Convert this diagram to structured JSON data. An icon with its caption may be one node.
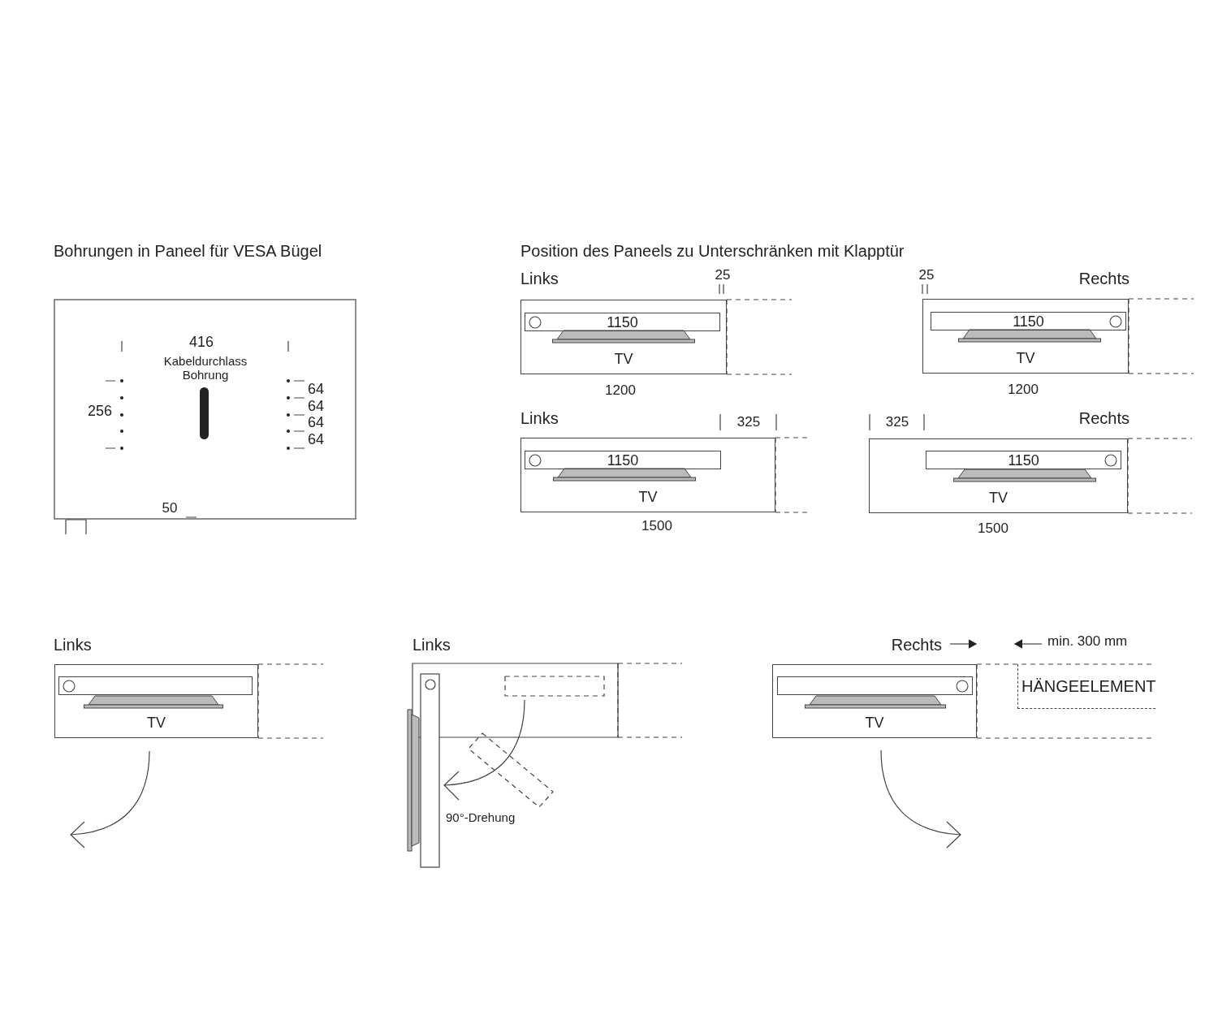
{
  "diagram": {
    "nodes": [
      {
        "text": [
          "TV"
        ]
      },
      {
        "text": [
          "1150"
        ],
        "in": 0
      },
      {
        "text": [
          "TV"
        ]
      },
      {
        "text": [
          "1150"
        ],
        "in": 2
      },
      {
        "text": [
          "TV"
        ]
      },
      {
        "text": [
          "1150"
        ],
        "in": 4
      },
      {
        "text": [
          "TV"
        ]
      },
      {
        "text": [
          "1150"
        ],
        "in": 6
      },
      {
        "text": [
          "TV"
        ]
      },
      {
        "text": [
          "TV"
        ]
      },
      {
        "text": [
          "HÄNGEELEMENT"
        ]
      }
    ],
    "labels": [
      "Bohrungen in Paneel für VESA Bügel",
      "Position des Paneels zu Unterschränken mit Klapptür",
      "Links",
      "25",
      "25",
      "Rechts",
      "416",
      "Kabeldurchlass Bohrung",
      "256",
      "64",
      "64",
      "64",
      "64",
      "1200",
      "1200",
      "Links",
      "325",
      "325",
      "Rechts",
      "50",
      "1500",
      "1500",
      "Links",
      "Links",
      "Rechts",
      "min. 300 mm",
      "90°-Drehung"
    ]
  }
}
